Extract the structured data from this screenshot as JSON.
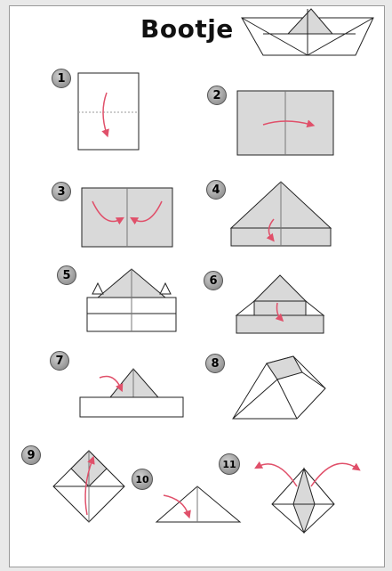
{
  "title": "Bootje",
  "steps": [
    "1",
    "2",
    "3",
    "4",
    "5",
    "6",
    "7",
    "8",
    "9",
    "10",
    "11"
  ],
  "colors": {
    "paper_shade": "#d9d9d9",
    "line": "#222222",
    "arrow": "#e0506a",
    "badge": "#9a9a9a"
  }
}
